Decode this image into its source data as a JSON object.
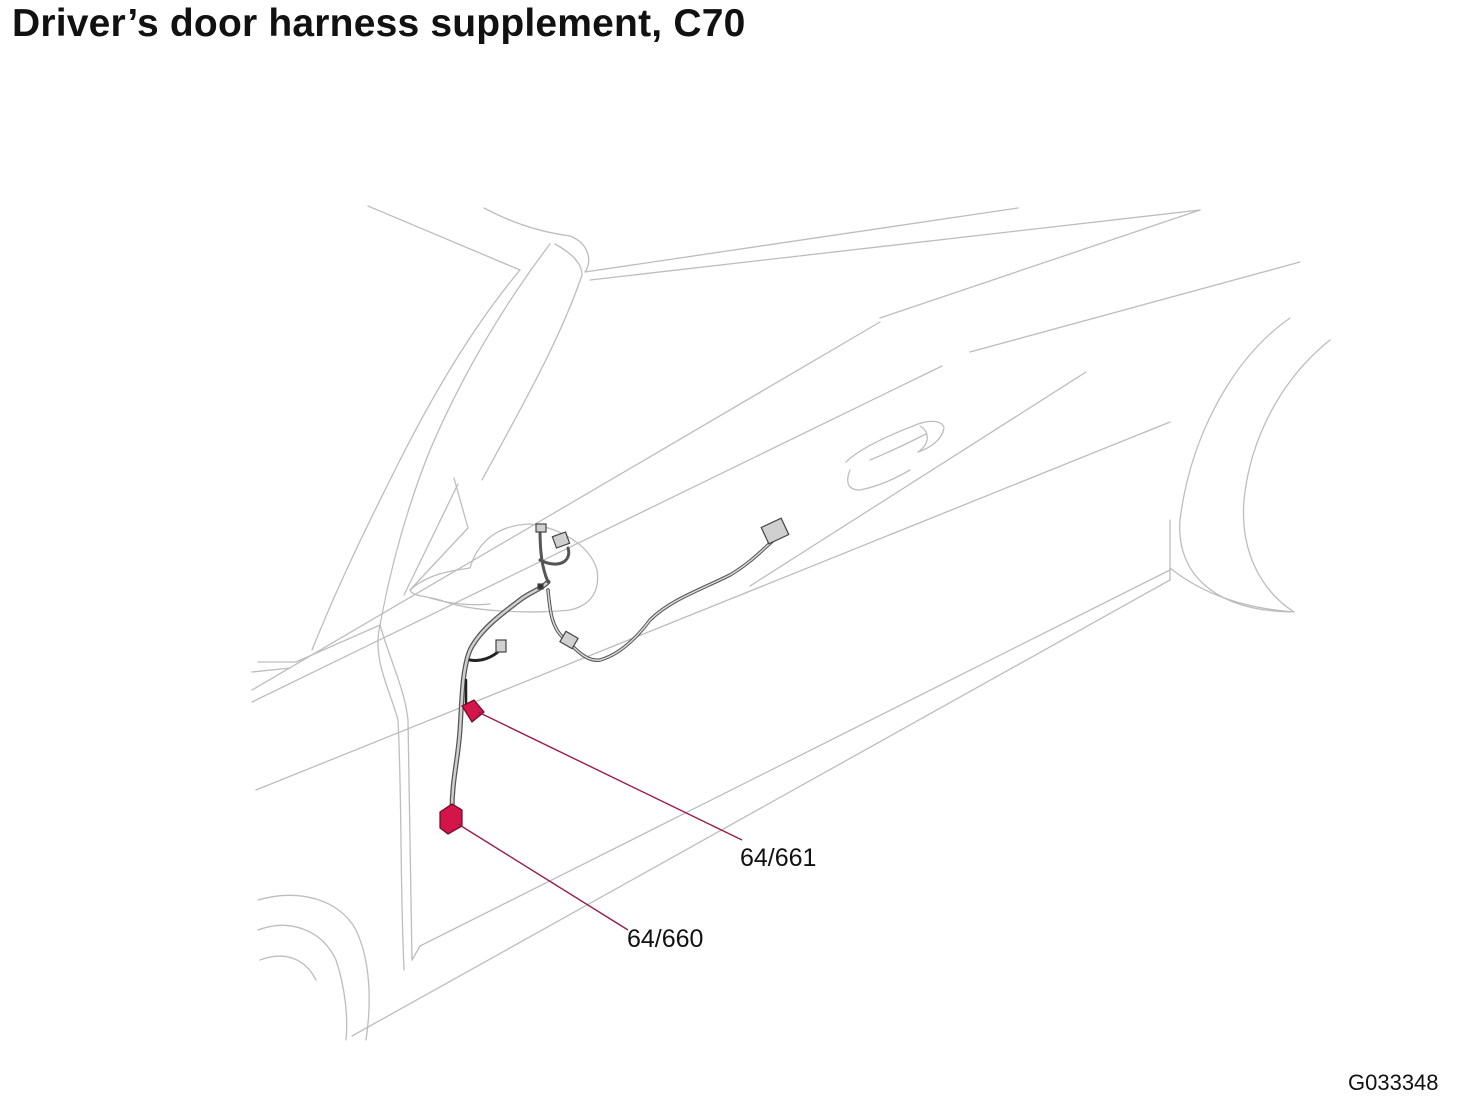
{
  "title": "Driver’s door harness supplement, C70",
  "figure_id": "G033348",
  "callouts": [
    {
      "label": "64/661",
      "component": "upper connector"
    },
    {
      "label": "64/660",
      "component": "lower connector"
    }
  ],
  "colors": {
    "outline": "#b8b8b8",
    "harness": "#555555",
    "highlight": "#d4154a",
    "leader": "#9b1b4a"
  }
}
